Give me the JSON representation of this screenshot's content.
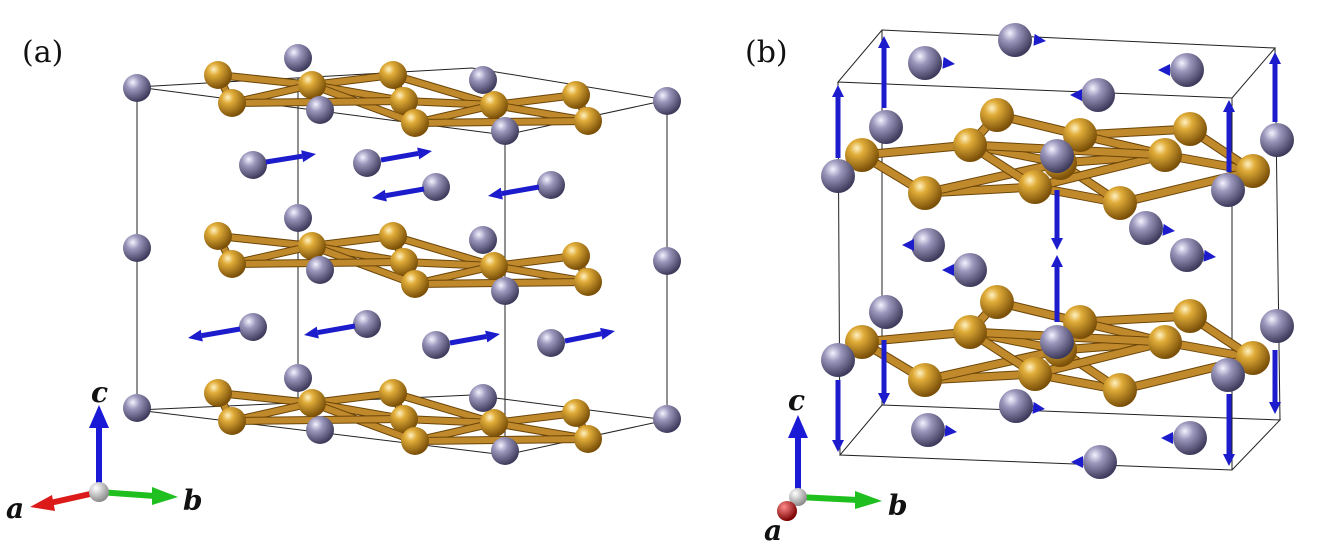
{
  "panels": [
    {
      "id": "a",
      "label": "(a)",
      "axes": {
        "a": "a",
        "b": "b",
        "c": "c"
      }
    },
    {
      "id": "b",
      "label": "(b)",
      "axes": {
        "a": "a",
        "b": "b",
        "c": "c"
      }
    }
  ],
  "colors": {
    "gold_atom": "#c9951f",
    "gold_bond": "#b37e22",
    "purple_atom": "#8a86aa",
    "spin_arrow": "#1c1ccc",
    "axis_a": "#dd1a1a",
    "axis_b": "#1fbf1f",
    "axis_c": "#1a1ad6",
    "cell_edge": "#222222"
  }
}
